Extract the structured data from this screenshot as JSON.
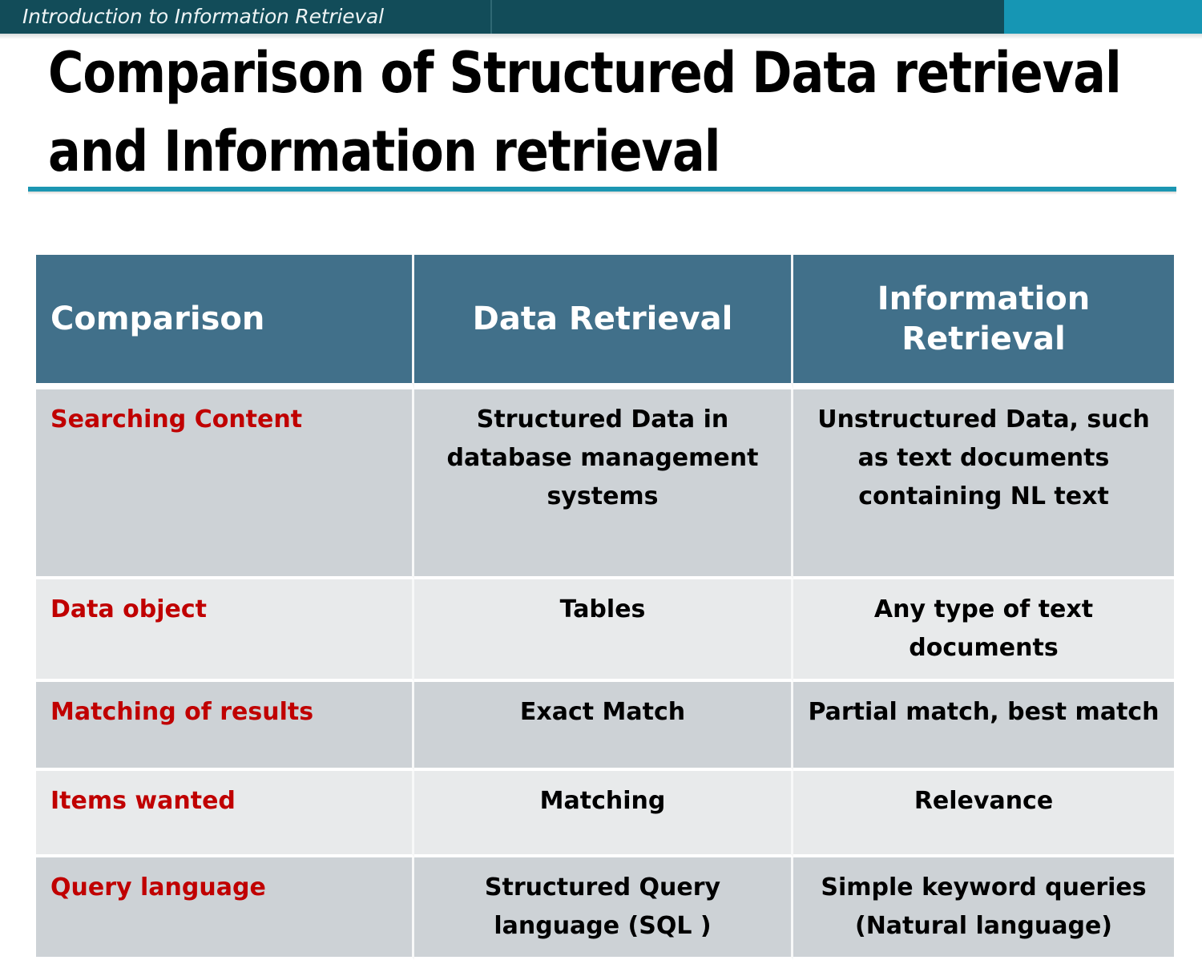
{
  "header": {
    "banner_text": "Introduction to Information Retrieval",
    "dark_color": "#124c59",
    "accent_color": "#1696b4"
  },
  "title": {
    "text": "Comparison of Structured Data retrieval and Information retrieval",
    "rule_color": "#1b96b2"
  },
  "table": {
    "columns": [
      "Comparison",
      "Data Retrieval",
      "Information Retrieval"
    ],
    "header_bg": "#41708a",
    "label_color": "#c00000",
    "row_shades": [
      "#cdd2d6",
      "#e8eaeb"
    ],
    "rows": [
      {
        "label": "Searching Content",
        "data_retrieval": "Structured Data in database management systems",
        "information_retrieval": "Unstructured Data, such as text documents containing NL text"
      },
      {
        "label": "Data object",
        "data_retrieval": "Tables",
        "information_retrieval": "Any type of text documents"
      },
      {
        "label": "Matching of results",
        "data_retrieval": "Exact Match",
        "information_retrieval": "Partial match, best match"
      },
      {
        "label": "Items wanted",
        "data_retrieval": "Matching",
        "information_retrieval": "Relevance"
      },
      {
        "label": "Query language",
        "data_retrieval": "Structured Query language (SQL )",
        "information_retrieval": "Simple keyword queries (Natural language)"
      }
    ]
  }
}
